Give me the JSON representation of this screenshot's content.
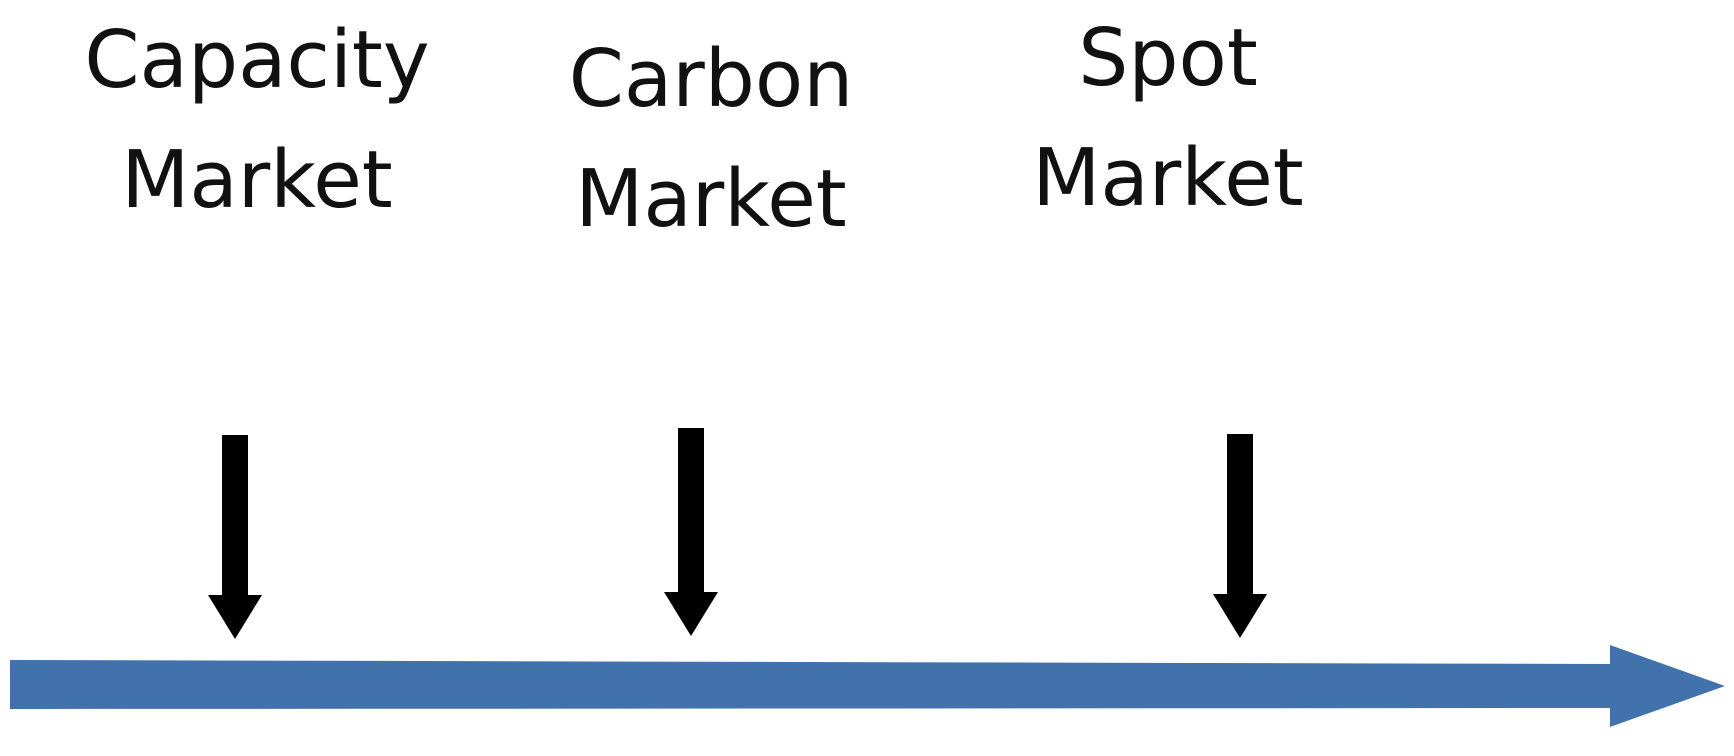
{
  "diagram": {
    "markets": [
      {
        "line1": "Capacity",
        "line2": "Market"
      },
      {
        "line1": "Carbon",
        "line2": "Market"
      },
      {
        "line1": "Spot",
        "line2": "Market"
      }
    ]
  },
  "colors": {
    "timeline": "#4272ac",
    "arrow": "#000000",
    "text": "#111111"
  }
}
